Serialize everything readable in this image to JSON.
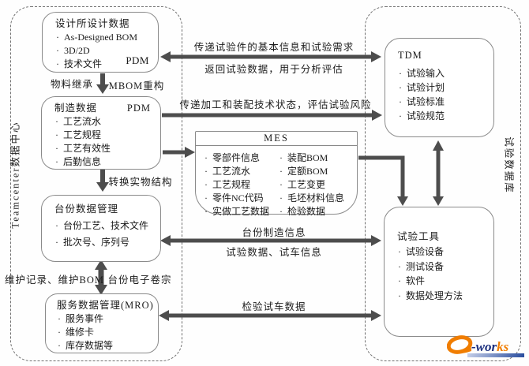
{
  "regions": {
    "left_label": "Teamcenter数据中心",
    "right_label": "试验数据库"
  },
  "bullet": "·",
  "boxes": {
    "design": {
      "title": "设计所设计数据",
      "tag": "PDM",
      "items": [
        "As-Designed BOM",
        "3D/2D",
        "技术文件"
      ]
    },
    "manufacturing": {
      "title": "制造数据",
      "tag": "PDM",
      "items": [
        "工艺流水",
        "工艺规程",
        "工艺有效性",
        "后勤信息"
      ]
    },
    "unit": {
      "title": "台份数据管理",
      "items": [
        "台份工艺、技术文件",
        "批次号、序列号"
      ]
    },
    "mro": {
      "title": "服务数据管理(MRO)",
      "items": [
        "服务事件",
        "维修卡",
        "库存数据等"
      ]
    },
    "mes": {
      "title": "MES",
      "left_items": [
        "零部件信息",
        "工艺流水",
        "工艺规程",
        "零件NC代码",
        "实做工艺数据"
      ],
      "right_items": [
        "装配BOM",
        "定额BOM",
        "工艺变更",
        "毛坯材料信息",
        "检验数据"
      ]
    },
    "tdm": {
      "title": "TDM",
      "items": [
        "试验输入",
        "试验计划",
        "试验标准",
        "试验规范"
      ]
    },
    "test_tools": {
      "title": "试验工具",
      "items": [
        "试验设备",
        "测试设备",
        "软件",
        "数据处理方法"
      ]
    }
  },
  "edge_labels": {
    "design_tdm_top": "传递试验件的基本信息和试验需求",
    "design_tdm_bottom": "返回试验数据，用于分析评估",
    "mfg_tdm": "传递加工和装配技术状态，评估试验风险",
    "material_inherit": "物料继承",
    "mbom_rebuild": "MBOM重构",
    "convert_structure": "转换实物结构",
    "maintenance_records": "维护记录、维护BOM",
    "unit_dossier": "台份电子卷宗",
    "unit_mfg_info": "台份制造信息",
    "test_run_info": "试验数据、试车信息",
    "inspection_data": "检验试车数据"
  },
  "logo": {
    "navy_text": "-wor",
    "orange_text": "ks"
  },
  "colors": {
    "arrow": "#4d4d4d",
    "box_border": "#8a8a8a",
    "region_border": "#6f6f6f",
    "logo_orange": "#f07d00",
    "logo_navy": "#1b2f7e"
  }
}
